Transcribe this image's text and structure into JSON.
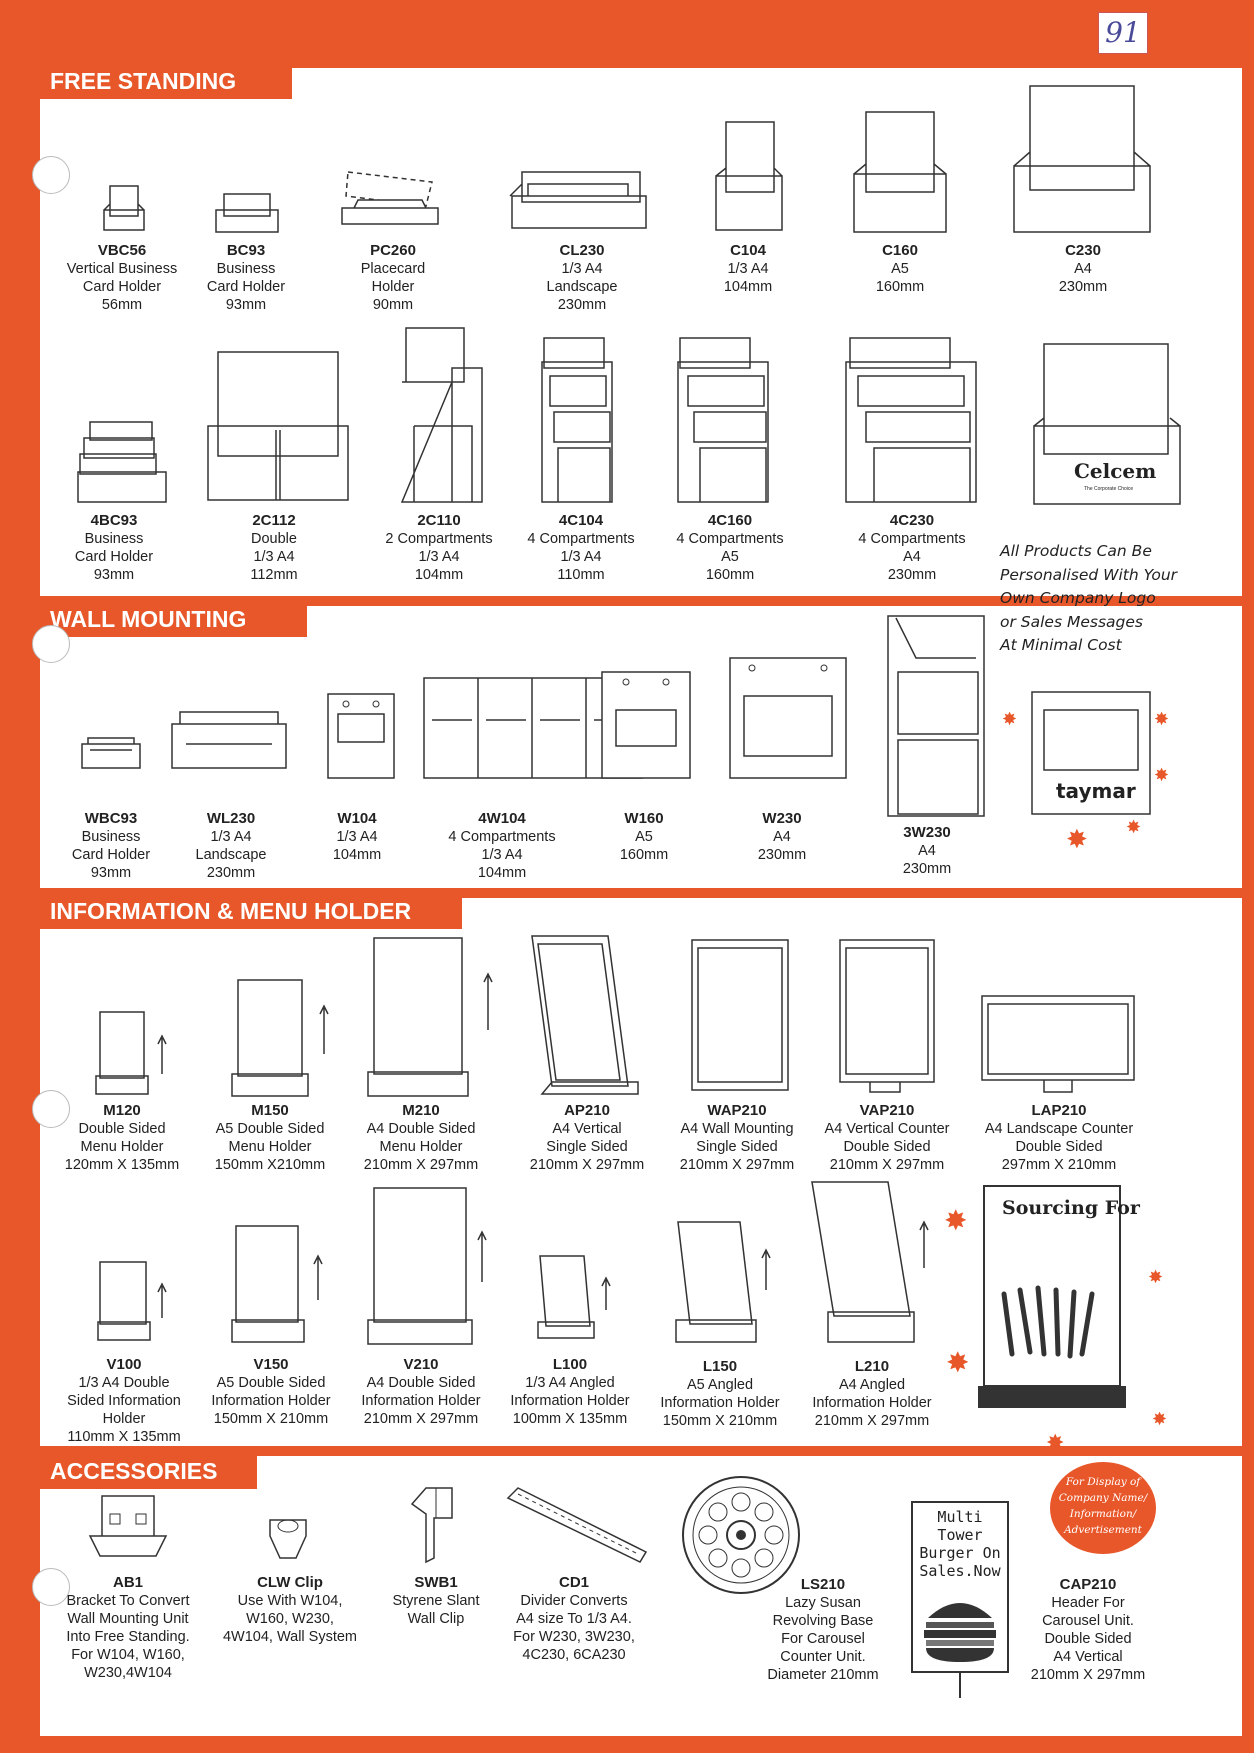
{
  "page_number": "91",
  "sections": {
    "free_standing": "FREE STANDING",
    "wall_mounting": "WALL MOUNTING",
    "info_menu": "INFORMATION & MENU HOLDER",
    "accessories": "ACCESSORIES"
  },
  "free_standing_row1": [
    {
      "code": "VBC56",
      "lines": [
        "Vertical Business",
        "Card Holder",
        "56mm"
      ]
    },
    {
      "code": "BC93",
      "lines": [
        "Business",
        "Card Holder",
        "93mm"
      ]
    },
    {
      "code": "PC260",
      "lines": [
        "Placecard",
        "Holder",
        "90mm"
      ]
    },
    {
      "code": "CL230",
      "lines": [
        "1/3 A4",
        "Landscape",
        "230mm"
      ]
    },
    {
      "code": "C104",
      "lines": [
        "1/3 A4",
        "104mm"
      ]
    },
    {
      "code": "C160",
      "lines": [
        "A5",
        "160mm"
      ]
    },
    {
      "code": "C230",
      "lines": [
        "A4",
        "230mm"
      ]
    }
  ],
  "free_standing_row2": [
    {
      "code": "4BC93",
      "lines": [
        "Business",
        "Card Holder",
        "93mm"
      ]
    },
    {
      "code": "2C112",
      "lines": [
        "Double",
        "1/3 A4",
        "112mm"
      ]
    },
    {
      "code": "2C110",
      "lines": [
        "2 Compartments",
        "1/3 A4",
        "104mm"
      ]
    },
    {
      "code": "4C104",
      "lines": [
        "4 Compartments",
        "1/3 A4",
        "110mm"
      ]
    },
    {
      "code": "4C160",
      "lines": [
        "4 Compartments",
        "A5",
        "160mm"
      ]
    },
    {
      "code": "4C230",
      "lines": [
        "4 Compartments",
        "A4",
        "230mm"
      ]
    }
  ],
  "personalise_note": [
    "All Products Can Be",
    "Personalised With Your",
    "Own Company Logo",
    "or Sales Messages",
    "At Minimal Cost"
  ],
  "logos": {
    "celcem": "Celcem",
    "celcem_tag": "The Corporate Choice",
    "taymar": "taymar"
  },
  "wall_mounting": [
    {
      "code": "WBC93",
      "lines": [
        "Business",
        "Card Holder",
        "93mm"
      ]
    },
    {
      "code": "WL230",
      "lines": [
        "1/3 A4",
        "Landscape",
        "230mm"
      ]
    },
    {
      "code": "W104",
      "lines": [
        "1/3 A4",
        "104mm"
      ]
    },
    {
      "code": "4W104",
      "lines": [
        "4 Compartments",
        "1/3 A4",
        "104mm"
      ]
    },
    {
      "code": "W160",
      "lines": [
        "A5",
        "160mm"
      ]
    },
    {
      "code": "W230",
      "lines": [
        "A4",
        "230mm"
      ]
    },
    {
      "code": "3W230",
      "lines": [
        "A4",
        "230mm"
      ]
    }
  ],
  "info_row1": [
    {
      "code": "M120",
      "lines": [
        "Double Sided",
        "Menu Holder",
        "120mm X 135mm"
      ]
    },
    {
      "code": "M150",
      "lines": [
        "A5 Double Sided",
        "Menu Holder",
        "150mm X210mm"
      ]
    },
    {
      "code": "M210",
      "lines": [
        "A4 Double Sided",
        "Menu Holder",
        "210mm X 297mm"
      ]
    },
    {
      "code": "AP210",
      "lines": [
        "A4 Vertical",
        "Single Sided",
        "210mm X 297mm"
      ]
    },
    {
      "code": "WAP210",
      "lines": [
        "A4 Wall Mounting",
        "Single Sided",
        "210mm X 297mm"
      ]
    },
    {
      "code": "VAP210",
      "lines": [
        "A4 Vertical Counter",
        "Double Sided",
        "210mm X 297mm"
      ]
    },
    {
      "code": "LAP210",
      "lines": [
        "A4 Landscape Counter",
        "Double Sided",
        "297mm X 210mm"
      ]
    }
  ],
  "info_row2": [
    {
      "code": "V100",
      "lines": [
        "1/3 A4 Double",
        "Sided Information",
        "Holder",
        "110mm X 135mm"
      ]
    },
    {
      "code": "V150",
      "lines": [
        "A5 Double Sided",
        "Information Holder",
        "150mm X 210mm"
      ]
    },
    {
      "code": "V210",
      "lines": [
        "A4 Double Sided",
        "Information Holder",
        "210mm X 297mm"
      ]
    },
    {
      "code": "L100",
      "lines": [
        "1/3 A4 Angled",
        "Information Holder",
        "100mm X 135mm"
      ]
    },
    {
      "code": "L150",
      "lines": [
        "A5 Angled",
        "Information Holder",
        "150mm X 210mm"
      ]
    },
    {
      "code": "L210",
      "lines": [
        "A4 Angled",
        "Information Holder",
        "210mm X 297mm"
      ]
    }
  ],
  "sourcing_poster": "Sourcing For",
  "accessories": [
    {
      "code": "AB1",
      "lines": [
        "Bracket To Convert",
        "Wall Mounting Unit",
        "Into Free Standing.",
        "For W104, W160,",
        "W230,4W104"
      ]
    },
    {
      "code": "CLW Clip",
      "lines": [
        "Use With W104,",
        "W160, W230,",
        "4W104, Wall System"
      ]
    },
    {
      "code": "SWB1",
      "lines": [
        "Styrene Slant",
        "Wall Clip"
      ]
    },
    {
      "code": "CD1",
      "lines": [
        "Divider Converts",
        "A4 size To 1/3 A4.",
        "For W230, 3W230,",
        "4C230, 6CA230"
      ]
    },
    {
      "code": "LS210",
      "lines": [
        "Lazy Susan",
        "Revolving Base",
        "For Carousel",
        "Counter Unit.",
        "Diameter 210mm"
      ]
    },
    {
      "code": "CAP210",
      "lines": [
        "Header For",
        "Carousel Unit.",
        "Double Sided",
        "A4 Vertical",
        "210mm X 297mm"
      ]
    }
  ],
  "burger_sign": [
    "Multi",
    "Tower",
    "Burger On",
    "Sales.Now"
  ],
  "callout": [
    "For Display of",
    "Company Name/",
    "Information/",
    "Advertisement"
  ]
}
